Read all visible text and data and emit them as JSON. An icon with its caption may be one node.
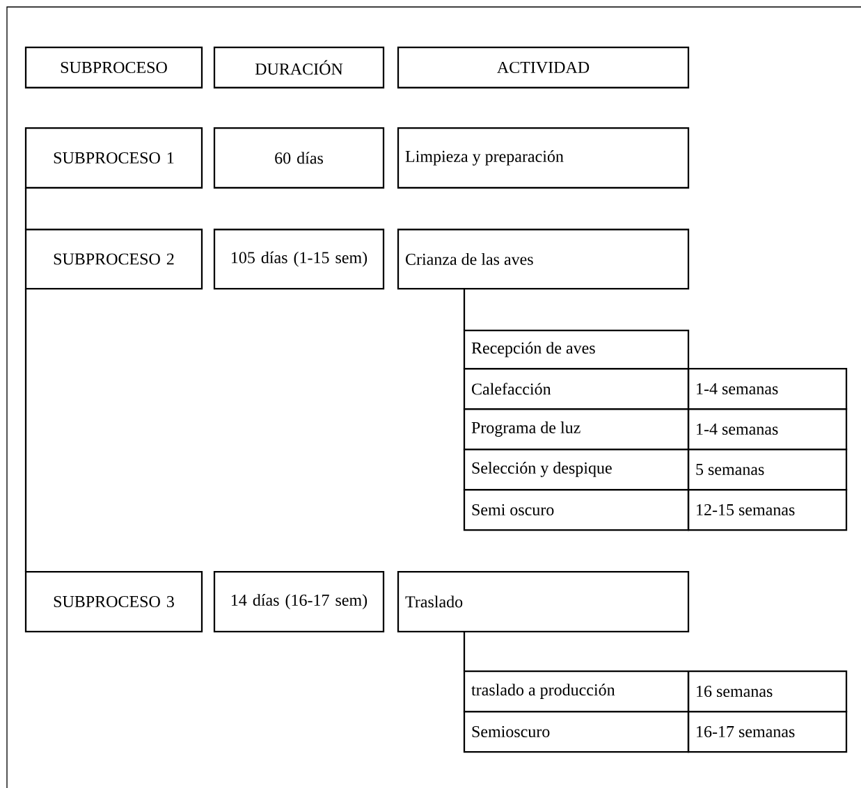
{
  "diagram": {
    "nodes": [
      {
        "text": [
          "SUBPROCESO"
        ]
      },
      {
        "text": [
          "DURACIÓN"
        ]
      },
      {
        "text": [
          "ACTIVIDAD"
        ]
      },
      {
        "text": [
          "SUBPROCESO 1"
        ]
      },
      {
        "text": [
          "60 días"
        ]
      },
      {
        "text": [
          "Limpieza y preparación"
        ]
      },
      {
        "text": [
          "SUBPROCESO 2"
        ]
      },
      {
        "text": [
          "105 días (1-15 sem)"
        ]
      },
      {
        "text": [
          "Crianza de las aves"
        ]
      },
      {
        "text": [
          "Recepción de aves"
        ]
      },
      {
        "text": [
          "Calefacción"
        ]
      },
      {
        "text": [
          "1-4 semanas"
        ]
      },
      {
        "text": [
          "Programa de luz"
        ]
      },
      {
        "text": [
          "1-4 semanas"
        ]
      },
      {
        "text": [
          "Selección y despique"
        ]
      },
      {
        "text": [
          "5 semanas"
        ]
      },
      {
        "text": [
          "Semi oscuro"
        ]
      },
      {
        "text": [
          "12-15 semanas"
        ]
      },
      {
        "text": [
          "SUBPROCESO 3"
        ]
      },
      {
        "text": [
          "14 días (16-17 sem)"
        ]
      },
      {
        "text": [
          "Traslado"
        ]
      },
      {
        "text": [
          "traslado a producción"
        ]
      },
      {
        "text": [
          "16 semanas"
        ]
      },
      {
        "text": [
          "Semioscuro"
        ]
      },
      {
        "text": [
          "16-17 semanas"
        ]
      }
    ],
    "edges": [
      {
        "from": 3,
        "to": 6,
        "arrow": "none"
      },
      {
        "from": 6,
        "to": 18,
        "arrow": "none"
      },
      {
        "from": 8,
        "to": 9,
        "arrow": "none"
      },
      {
        "from": 20,
        "to": 21,
        "arrow": "none"
      }
    ]
  }
}
